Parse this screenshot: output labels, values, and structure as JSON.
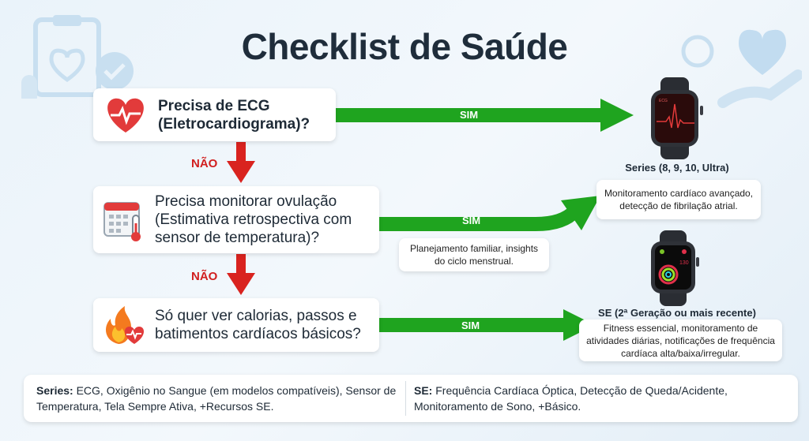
{
  "title": "Checklist de Saúde",
  "questions": [
    {
      "text_line1": "Precisa de ECG",
      "text_line2": "(Eletrocardiograma)?",
      "icon": "heart-ecg-icon"
    },
    {
      "text_line1": "Precisa monitorar ovulação",
      "text_line2": "(Estimativa retrospectiva com",
      "text_line3": "sensor de temperatura)?",
      "icon": "calendar-thermometer-icon"
    },
    {
      "text_line1": "Só quer ver calorias, passos e",
      "text_line2": "batimentos cardíacos básicos?",
      "icon": "flame-heart-icon"
    }
  ],
  "yes_label": "SIM",
  "no_label": "NÃO",
  "ovulation_note": "Planejamento familiar, insights do ciclo menstrual.",
  "models": {
    "series": {
      "name": "Series (8, 9, 10, Ultra)",
      "description": "Monitoramento cardíaco avançado, detecção de fibrilação atrial.",
      "screen_value": "ECG"
    },
    "se": {
      "name": "SE (2ª Geração ou mais recente)",
      "description": "Fitness essencial, monitoramento de atividades diárias, notificações de frequência cardíaca alta/baixa/irregular.",
      "screen_value": "130"
    }
  },
  "summary": {
    "series_label": "Series:",
    "series_text": " ECG, Oxigênio no Sangue (em modelos compatíveis), Sensor de Temperatura, Tela Sempre Ativa, +Recursos SE.",
    "se_label": "SE:",
    "se_text": " Frequência Cardíaca Óptica, Detecção de Queda/Acidente, Monitoramento de Sono, +Básico."
  },
  "colors": {
    "yes_arrow": "#1fa41f",
    "no_arrow": "#d9231f",
    "heart": "#e23b3b"
  }
}
